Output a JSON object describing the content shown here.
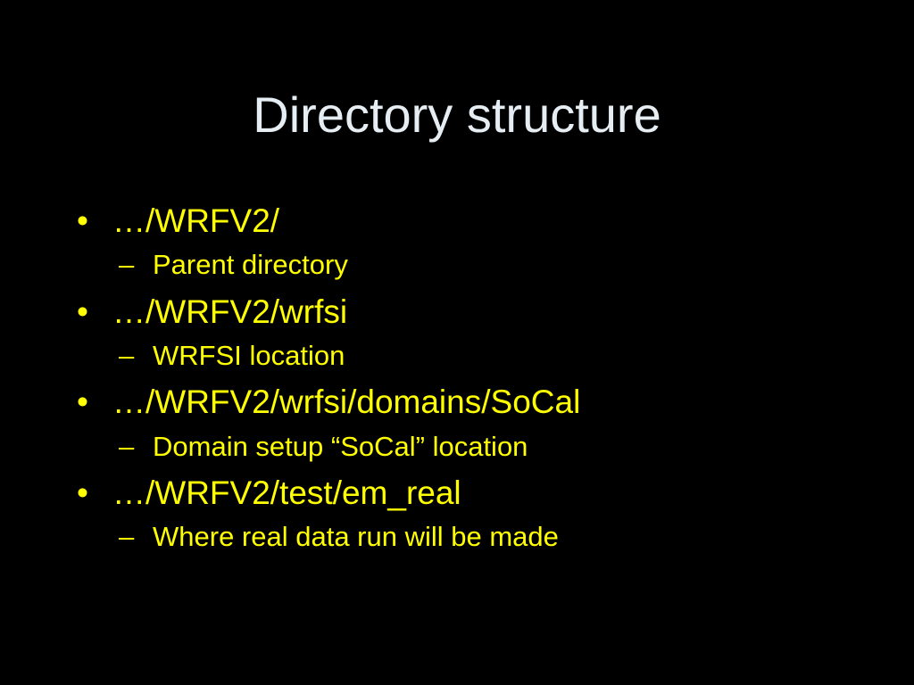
{
  "slide": {
    "title": "Directory structure",
    "bullet_glyph": "•",
    "dash_glyph": "–",
    "items": [
      {
        "text": "…/WRFV2/",
        "sub": "Parent directory"
      },
      {
        "text": "…/WRFV2/wrfsi",
        "sub": "WRFSI location"
      },
      {
        "text": "…/WRFV2/wrfsi/domains/SoCal",
        "sub": "Domain setup “SoCal” location"
      },
      {
        "text": "…/WRFV2/test/em_real",
        "sub": "Where real data run will be made"
      }
    ]
  },
  "colors": {
    "background": "#000000",
    "title": "#E6EEF4",
    "body": "#FFFF00"
  }
}
